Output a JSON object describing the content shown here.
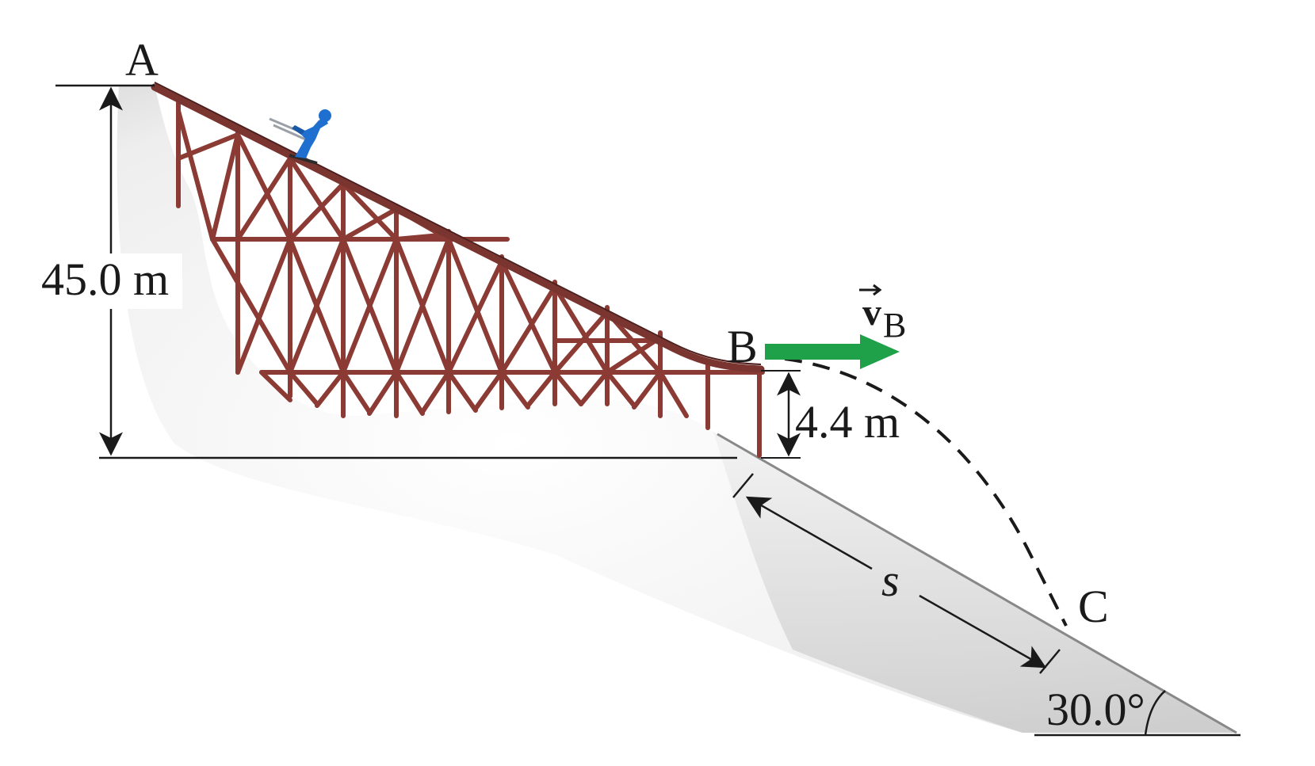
{
  "labels": {
    "point_a": "A",
    "point_b": "B",
    "point_c": "C",
    "height_total": "45.0 m",
    "height_ramp": "4.4 m",
    "distance": "s",
    "angle": "30.0°",
    "velocity_symbol": "v",
    "velocity_subscript": "B"
  },
  "colors": {
    "trestle": "#8b3a34",
    "ramp": "#7a3530",
    "velocity_arrow": "#1fa14a",
    "skier": "#1f6fd1",
    "snow": "#e4e4e4",
    "line": "#1a1a1a"
  },
  "icons": {
    "skier": "skier-icon"
  }
}
